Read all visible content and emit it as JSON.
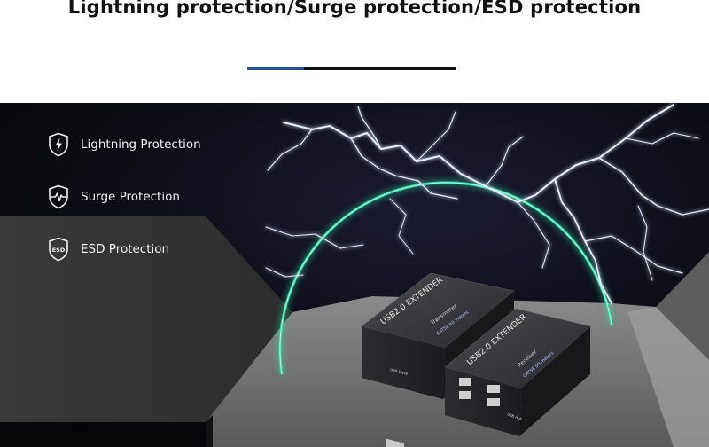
{
  "header": {
    "title": "Lightning protection/Surge protection/ESD protection"
  },
  "features": [
    {
      "label": "Lightning Protection",
      "icon": "lightning-shield-icon"
    },
    {
      "label": "Surge Protection",
      "icon": "pulse-shield-icon"
    },
    {
      "label": "ESD Protection",
      "icon": "esd-shield-icon",
      "icon_text": "ESD"
    }
  ],
  "product": {
    "transmitter": {
      "title": "USB2.0 EXTENDER",
      "role": "Transmitter",
      "cable": "CAT5E 50 meters",
      "port": "USB Slave"
    },
    "receiver": {
      "title": "USB2.0 EXTENDER",
      "role": "Receiver",
      "cable": "CAT5E 50 meters",
      "port": "USB Hub"
    }
  },
  "colors": {
    "title_rule": "#111111",
    "title_rule_accent": "#2f4f97",
    "arc_glow": "#2ee0a6",
    "lightning": "#e6f0ff"
  }
}
